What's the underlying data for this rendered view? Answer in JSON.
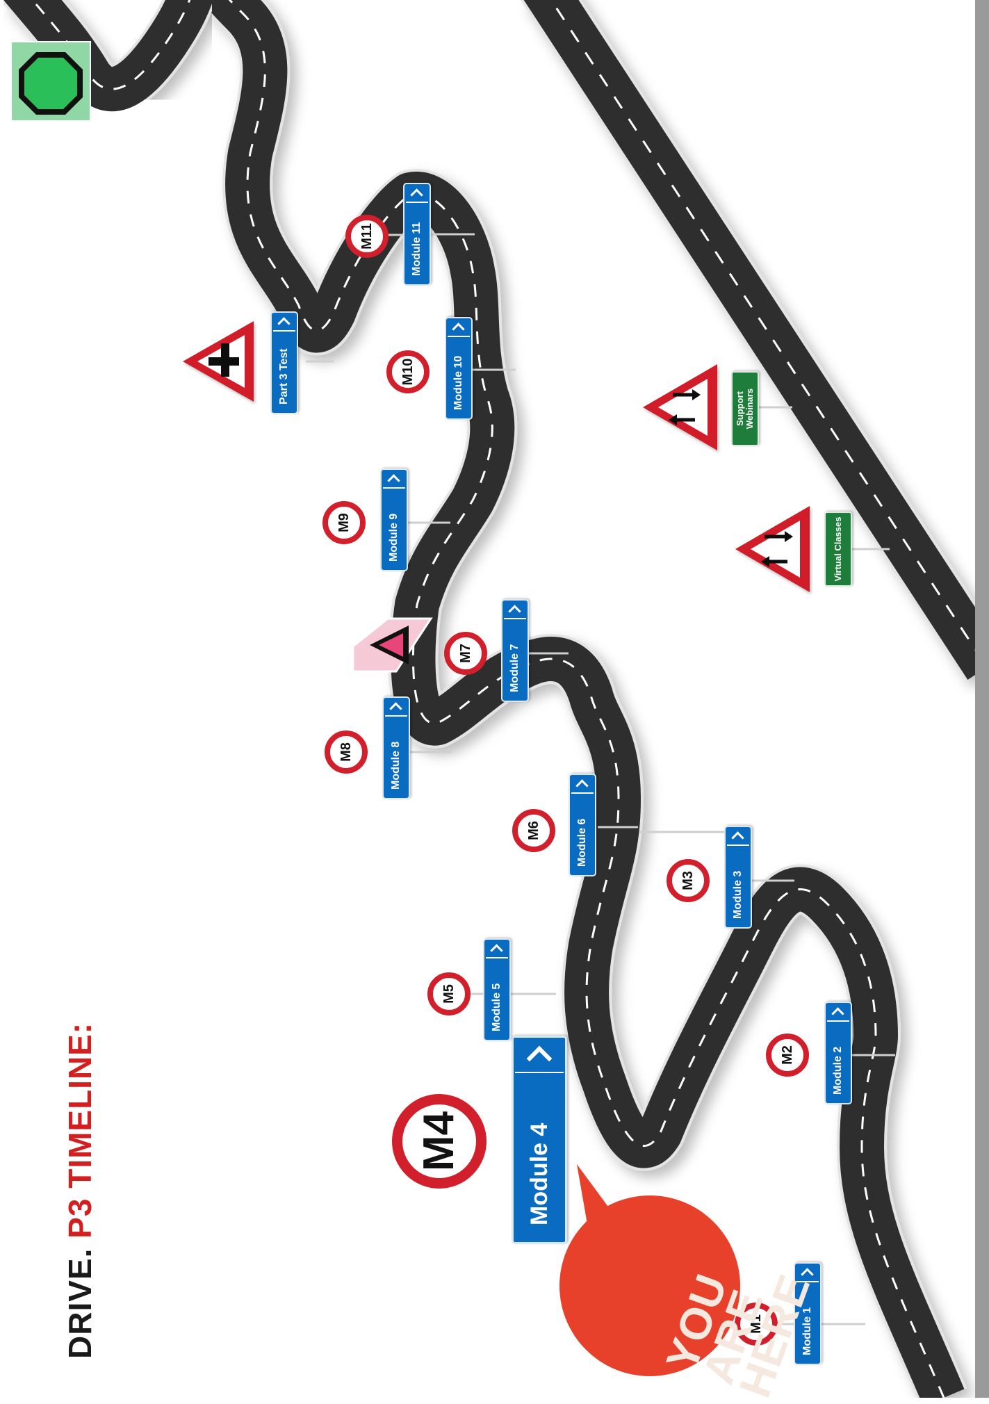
{
  "title": {
    "part1": "DRIVE.",
    "part2": "P3 TIMELINE:"
  },
  "milestones": [
    {
      "id": "m1",
      "speed": "M1",
      "module": "Module 1"
    },
    {
      "id": "m2",
      "speed": "M2",
      "module": "Module 2"
    },
    {
      "id": "m3",
      "speed": "M3",
      "module": "Module 3"
    },
    {
      "id": "m4",
      "speed": "M4",
      "module": "Module 4"
    },
    {
      "id": "m5",
      "speed": "M5",
      "module": "Module 5"
    },
    {
      "id": "m6",
      "speed": "M6",
      "module": "Module 6"
    },
    {
      "id": "m7",
      "speed": "M7",
      "module": "Module 7"
    },
    {
      "id": "m8",
      "speed": "M8",
      "module": "Module 8"
    },
    {
      "id": "m9",
      "speed": "M9",
      "module": "Module 9"
    },
    {
      "id": "m10",
      "speed": "M10",
      "module": "Module 10"
    },
    {
      "id": "m11",
      "speed": "M11",
      "module": "Module 11"
    }
  ],
  "final_sign": {
    "label": "Part 3 Test"
  },
  "side_signs": {
    "webinars": "Support Webinars",
    "classes": "Virtual Classes"
  },
  "callout": {
    "text": "YOU ARE HERE"
  },
  "colors": {
    "road": "#2e2e2e",
    "speed_ring": "#d11f2b",
    "module_sign": "#0a6cc0",
    "green_sign": "#1f7d3b",
    "callout": "#e8412b",
    "finish_octagon": "#2bbf5a"
  },
  "icons": [
    "finish-octagon-icon",
    "junction-warning-icon",
    "two-way-traffic-icon",
    "yield-triangle-icon"
  ]
}
